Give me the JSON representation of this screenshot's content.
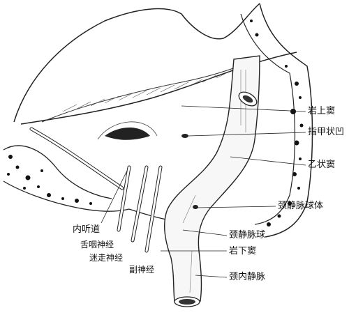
{
  "labels": {
    "superior_petrosal_sinus": "岩上窦",
    "sigmoid_fossa": "指甲状凹",
    "sigmoid_sinus": "乙状窦",
    "jugular_bulb_body": "颈静脉球体",
    "jugular_bulb": "颈静脉球",
    "inferior_petrosal_sinus": "岩下窦",
    "internal_jugular_vein": "颈内静脉",
    "internal_acoustic_meatus": "内听道",
    "glossopharyngeal_nerve": "舌咽神经",
    "vagus_nerve": "迷走神经",
    "accessory_nerve": "副神经"
  }
}
